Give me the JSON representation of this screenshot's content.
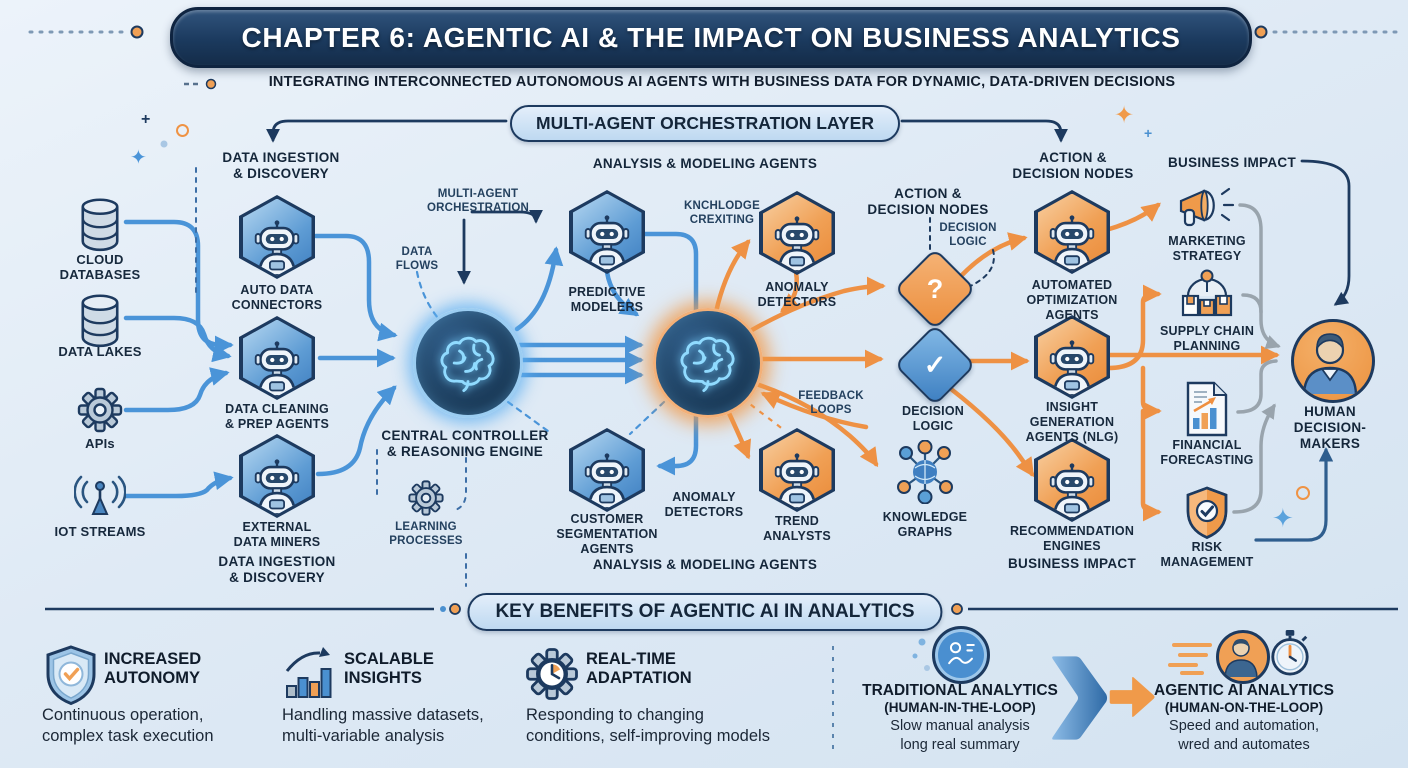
{
  "header": {
    "title": "CHAPTER 6: AGENTIC AI & THE IMPACT ON BUSINESS ANALYTICS",
    "subtitle": "INTEGRATING INTERCONNECTED AUTONOMOUS AI AGENTS WITH BUSINESS DATA FOR DYNAMIC, DATA-DRIVEN DECISIONS",
    "orchestration_banner": "MULTI-AGENT ORCHESTRATION LAYER"
  },
  "headings": {
    "ingestion_top": "DATA INGESTION\n& DISCOVERY",
    "analysis_top": "ANALYSIS & MODELING AGENTS",
    "action_top": "ACTION &\nDECISION NODES",
    "impact_top": "BUSINESS IMPACT",
    "action_mid": "ACTION &\nDECISION NODES",
    "ingestion_bottom": "DATA INGESTION\n& DISCOVERY",
    "analysis_bottom": "ANALYSIS & MODELING AGENTS",
    "impact_bottom": "BUSINESS IMPACT"
  },
  "sources": [
    {
      "label": "CLOUD\nDATABASES",
      "icon": "database-icon"
    },
    {
      "label": "DATA LAKES",
      "icon": "database-icon"
    },
    {
      "label": "APIs",
      "icon": "gear-icon"
    },
    {
      "label": "IOT STREAMS",
      "icon": "antenna-icon"
    }
  ],
  "ingestion": {
    "agents": [
      {
        "label": "AUTO DATA\nCONNECTORS"
      },
      {
        "label": "DATA CLEANING\n& PREP AGENTS"
      },
      {
        "label": "EXTERNAL\nDATA MINERS"
      }
    ]
  },
  "controller": {
    "label": "CENTRAL CONTROLLER\n& REASONING ENGINE",
    "orchestration_note": "MULTI-AGENT\nORCHESTRATION",
    "data_flows_note": "DATA\nFLOWS",
    "learning_note": "LEARNING\nPROCESSES"
  },
  "analysis": {
    "agents": [
      {
        "label": "PREDICTIVE\nMODELERS"
      },
      {
        "label": "ANOMALY\nDETECTORS"
      },
      {
        "label": "CUSTOMER\nSEGMENTATION\nAGENTS"
      },
      {
        "label": "TREND\nANALYSTS"
      }
    ],
    "knowledge_note": "KNCHLODGE\nCREXITING",
    "anomaly_note": "ANOMALY\nDETECTORS",
    "feedback_note": "FEEDBACK\nLOOPS"
  },
  "decision": {
    "logic_note": "DECISION\nLOGIC",
    "question_glyph": "?",
    "check_glyph": "✓",
    "check_label": "DECISION\nLOGIC",
    "knowledge_graphs_label": "KNOWLEDGE\nGRAPHS"
  },
  "action_agents": [
    {
      "label": "AUTOMATED\nOPTIMIZATION\nAGENTS"
    },
    {
      "label": "INSIGHT\nGENERATION\nAGENTS (NLG)"
    },
    {
      "label": "RECOMMENDATION\nENGINES"
    }
  ],
  "impacts": [
    {
      "label": "MARKETING\nSTRATEGY",
      "icon": "megaphone-icon"
    },
    {
      "label": "SUPPLY CHAIN\nPLANNING",
      "icon": "supply-chain-icon"
    },
    {
      "label": "FINANCIAL\nFORECASTING",
      "icon": "financial-doc-icon"
    },
    {
      "label": "RISK\nMANAGEMENT",
      "icon": "shield-icon"
    }
  ],
  "human": {
    "label": "HUMAN\nDECISION-MAKERS"
  },
  "benefits": {
    "banner": "KEY BENEFITS OF AGENTIC AI IN ANALYTICS",
    "items": [
      {
        "title": "INCREASED\nAUTONOMY",
        "desc": "Continuous operation,\ncomplex task execution",
        "icon": "shield-check-icon"
      },
      {
        "title": "SCALABLE\nINSIGHTS",
        "desc": "Handling massive datasets,\nmulti-variable analysis",
        "icon": "bar-chart-icon"
      },
      {
        "title": "REAL-TIME\nADAPTATION",
        "desc": "Responding to changing\nconditions, self-improving models",
        "icon": "gear-clock-icon"
      }
    ]
  },
  "comparison": {
    "traditional": {
      "title": "TRADITIONAL ANALYTICS",
      "subtitle": "(HUMAN-IN-THE-LOOP)",
      "desc": "Slow manual analysis\nlong real summary"
    },
    "agentic": {
      "title": "AGENTIC AI ANALYTICS",
      "subtitle": "(HUMAN-ON-THE-LOOP)",
      "desc": "Speed and automation,\nwred and automates"
    }
  },
  "decorations": {
    "sparkle": "✦",
    "plus": "+"
  },
  "colors": {
    "blue": "#4a94d8",
    "orange": "#ee9144",
    "navy": "#1d3a5f",
    "gray": "#99a4ad"
  }
}
